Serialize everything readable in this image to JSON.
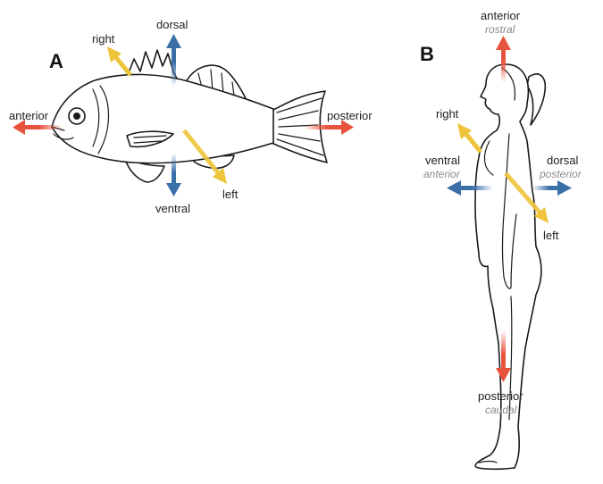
{
  "colors": {
    "red": "#e8533e",
    "blue": "#3a6fa8",
    "yellow": "#eec43a",
    "outline": "#1a1a1a",
    "italic_gray": "#8a8a8a"
  },
  "panel_a": {
    "letter": "A",
    "labels": {
      "anterior": "anterior",
      "posterior": "posterior",
      "dorsal": "dorsal",
      "ventral": "ventral",
      "right": "right",
      "left": "left"
    }
  },
  "panel_b": {
    "letter": "B",
    "labels": {
      "anterior": "anterior",
      "rostral": "rostral",
      "posterior": "posterior",
      "caudal": "caudal",
      "ventral": "ventral",
      "ventral_sub": "anterior",
      "dorsal": "dorsal",
      "dorsal_sub": "posterior",
      "right": "right",
      "left": "left"
    }
  }
}
